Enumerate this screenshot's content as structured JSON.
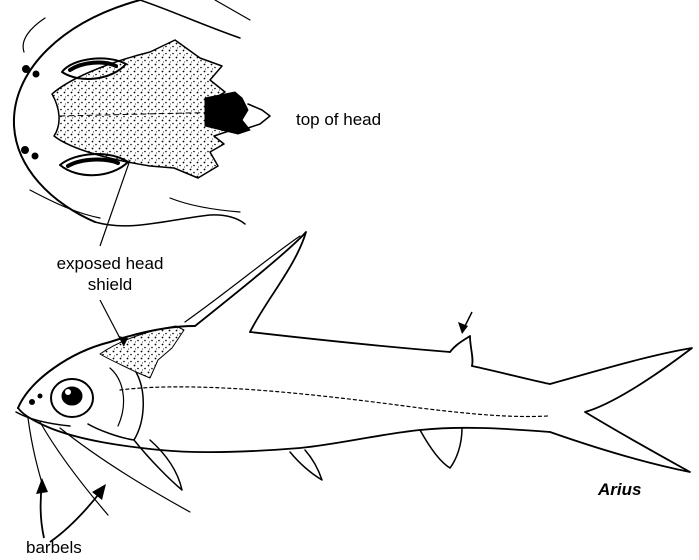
{
  "labels": {
    "top_of_head": "top of head",
    "exposed_head_shield_line1": "exposed head",
    "exposed_head_shield_line2": "shield",
    "barbels": "barbels",
    "genus": "Arius"
  },
  "colors": {
    "ink": "#000000",
    "background": "#ffffff"
  }
}
